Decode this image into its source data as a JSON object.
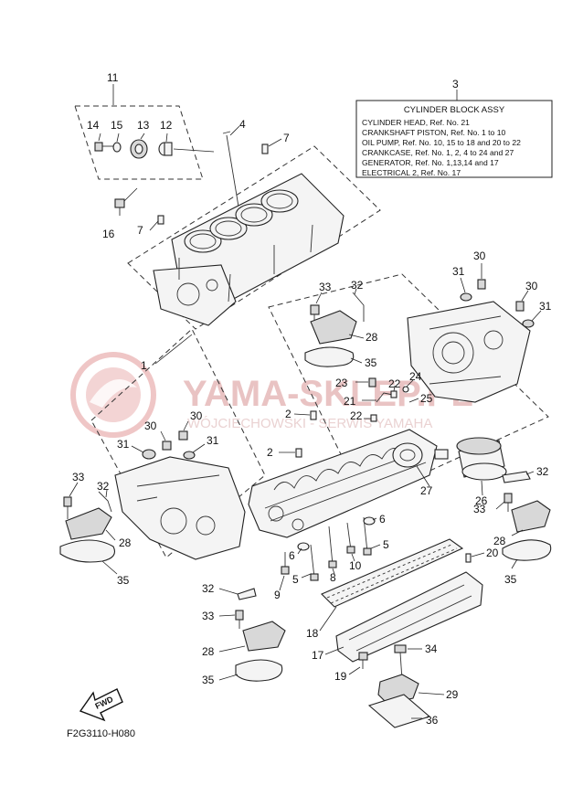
{
  "legend": {
    "title": "CYLINDER BLOCK ASSY",
    "lines": [
      "CYLINDER HEAD, Ref. No. 21",
      "CRANKSHAFT PISTON, Ref. No. 1 to 10",
      "OIL PUMP, Ref. No. 10, 15 to 18 and 20 to 22",
      "CRANKCASE, Ref. No. 1, 2, 4 to 24 and 27",
      "GENERATOR, Ref. No. 1,13,14 and 17",
      "ELECTRICAL 2, Ref. No. 17"
    ]
  },
  "watermark": {
    "main": "YAMA-SKLEP.PL",
    "sub": "WÓJCIECHOWSKI - SERWIS YAMAHA"
  },
  "forward_label": "FWD",
  "diagram_code": "F2G3110-H080",
  "callouts": {
    "c3": "3",
    "c11": "11",
    "c14": "14",
    "c15": "15",
    "c13": "13",
    "c12": "12",
    "c4": "4",
    "c7a": "7",
    "c16": "16",
    "c7b": "7",
    "c1": "1",
    "c30a": "30",
    "c31a": "31",
    "c30b": "30",
    "c31b": "31",
    "c33a": "33",
    "c32a": "32",
    "c28a": "28",
    "c35a": "35",
    "c23": "23",
    "c22a": "22",
    "c24": "24",
    "c21": "21",
    "c25": "25",
    "c22b": "22",
    "c2a": "2",
    "c2b": "2",
    "c30c": "30",
    "c30d": "30",
    "c31c": "31",
    "c31d": "31",
    "c33b": "33",
    "c32b": "32",
    "c28b": "28",
    "c35b": "35",
    "c27": "27",
    "c26": "26",
    "c32c": "32",
    "c33c": "33",
    "c28c": "28",
    "c35c": "35",
    "c20": "20",
    "c6a": "6",
    "c6b": "6",
    "c5a": "5",
    "c5b": "5",
    "c9": "9",
    "c8": "8",
    "c10": "10",
    "c32d": "32",
    "c33d": "33",
    "c28d": "28",
    "c35d": "35",
    "c18": "18",
    "c17": "17",
    "c19": "19",
    "c34": "34",
    "c29": "29",
    "c36": "36"
  }
}
